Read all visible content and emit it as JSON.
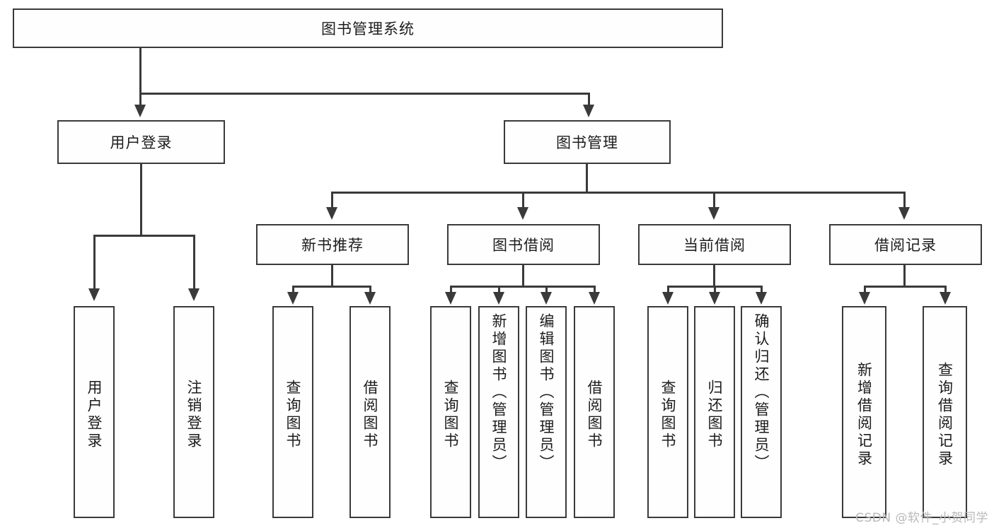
{
  "diagram": {
    "type": "tree-hierarchy",
    "title": "图书管理系统",
    "root": {
      "id": "root",
      "label": "图书管理系统",
      "orientation": "horizontal"
    },
    "level2": [
      {
        "id": "user-login",
        "label": "用户登录",
        "orientation": "horizontal"
      },
      {
        "id": "book-management",
        "label": "图书管理",
        "orientation": "horizontal"
      }
    ],
    "level3": [
      {
        "id": "new-book-recommend",
        "label": "新书推荐",
        "orientation": "horizontal"
      },
      {
        "id": "book-borrow",
        "label": "图书借阅",
        "orientation": "horizontal"
      },
      {
        "id": "current-borrow",
        "label": "当前借阅",
        "orientation": "horizontal"
      },
      {
        "id": "borrow-record",
        "label": "借阅记录",
        "orientation": "horizontal"
      }
    ],
    "leaves": {
      "user_login": [
        {
          "id": "leaf-user-login",
          "label": "用户登录",
          "orientation": "vertical"
        },
        {
          "id": "leaf-logout",
          "label": "注销登录",
          "orientation": "vertical"
        }
      ],
      "new_book_recommend": [
        {
          "id": "leaf-query-book-1",
          "label": "查询图书",
          "orientation": "vertical"
        },
        {
          "id": "leaf-borrow-book-1",
          "label": "借阅图书",
          "orientation": "vertical"
        }
      ],
      "book_borrow": [
        {
          "id": "leaf-query-book-2",
          "label": "查询图书",
          "orientation": "vertical"
        },
        {
          "id": "leaf-add-book",
          "label": "新增图书（管理员）",
          "orientation": "vertical"
        },
        {
          "id": "leaf-edit-book",
          "label": "编辑图书（管理员）",
          "orientation": "vertical"
        },
        {
          "id": "leaf-borrow-book-2",
          "label": "借阅图书",
          "orientation": "vertical"
        }
      ],
      "current_borrow": [
        {
          "id": "leaf-query-book-3",
          "label": "查询图书",
          "orientation": "vertical"
        },
        {
          "id": "leaf-return-book",
          "label": "归还图书",
          "orientation": "vertical"
        },
        {
          "id": "leaf-confirm-return",
          "label": "确认归还（管理员）",
          "orientation": "vertical"
        }
      ],
      "borrow_record": [
        {
          "id": "leaf-add-record",
          "label": "新增借阅记录",
          "orientation": "vertical"
        },
        {
          "id": "leaf-query-record",
          "label": "查询借阅记录",
          "orientation": "vertical"
        }
      ]
    },
    "colors": {
      "stroke": "#3a3a3a",
      "fill": "#fefefe",
      "text": "#1c1c1c",
      "watermark": "#b8b8b8"
    }
  },
  "watermark": {
    "text": "CSDN @软件_小贺同学"
  }
}
